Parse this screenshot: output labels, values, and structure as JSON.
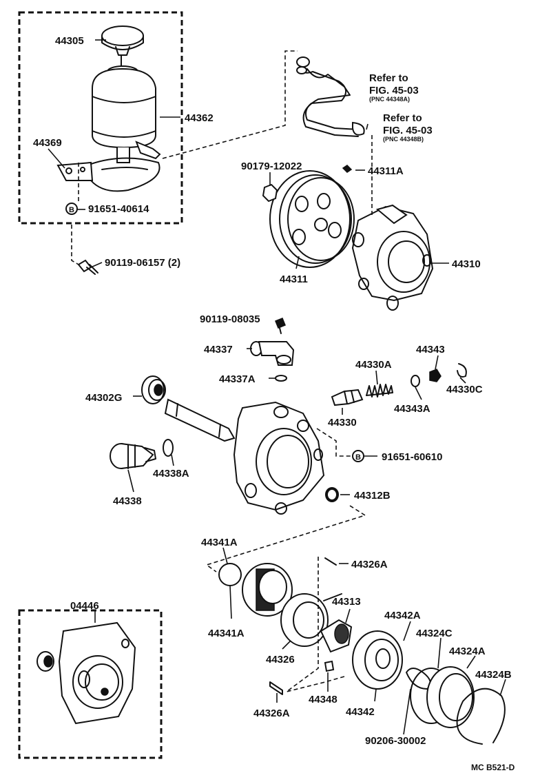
{
  "diagram": {
    "footer_code": "MC B521-D",
    "refer_notes": [
      {
        "line1": "Refer to",
        "line2": "FIG. 45-03",
        "line3": "(PNC 44348A)"
      },
      {
        "line1": "Refer to",
        "line2": "FIG. 45-03",
        "line3": "(PNC 44348B)"
      }
    ],
    "callouts": {
      "p44305": "44305",
      "p44362": "44362",
      "p44369": "44369",
      "p91651_40614": "91651-40614",
      "p90119_06157": "90119-06157 (2)",
      "p90179_12022": "90179-12022",
      "p44311A": "44311A",
      "p44310": "44310",
      "p44311": "44311",
      "p90119_08035": "90119-08035",
      "p44337": "44337",
      "p44337A": "44337A",
      "p44343": "44343",
      "p44330A": "44330A",
      "p44330C": "44330C",
      "p44302G": "44302G",
      "p44343A": "44343A",
      "p44330": "44330",
      "p91651_60610": "91651-60610",
      "p44338A": "44338A",
      "p44338": "44338",
      "p44312B": "44312B",
      "p44341A_top": "44341A",
      "p44326A_top": "44326A",
      "p44313": "44313",
      "p44342A": "44342A",
      "p44341A_bot": "44341A",
      "p44324C": "44324C",
      "p44326": "44326",
      "p44324A": "44324A",
      "p44324B": "44324B",
      "p44348": "44348",
      "p44342": "44342",
      "p44326A_bot": "44326A",
      "p90206_30002": "90206-30002",
      "p04446": "04446"
    },
    "b_marker": "B"
  }
}
